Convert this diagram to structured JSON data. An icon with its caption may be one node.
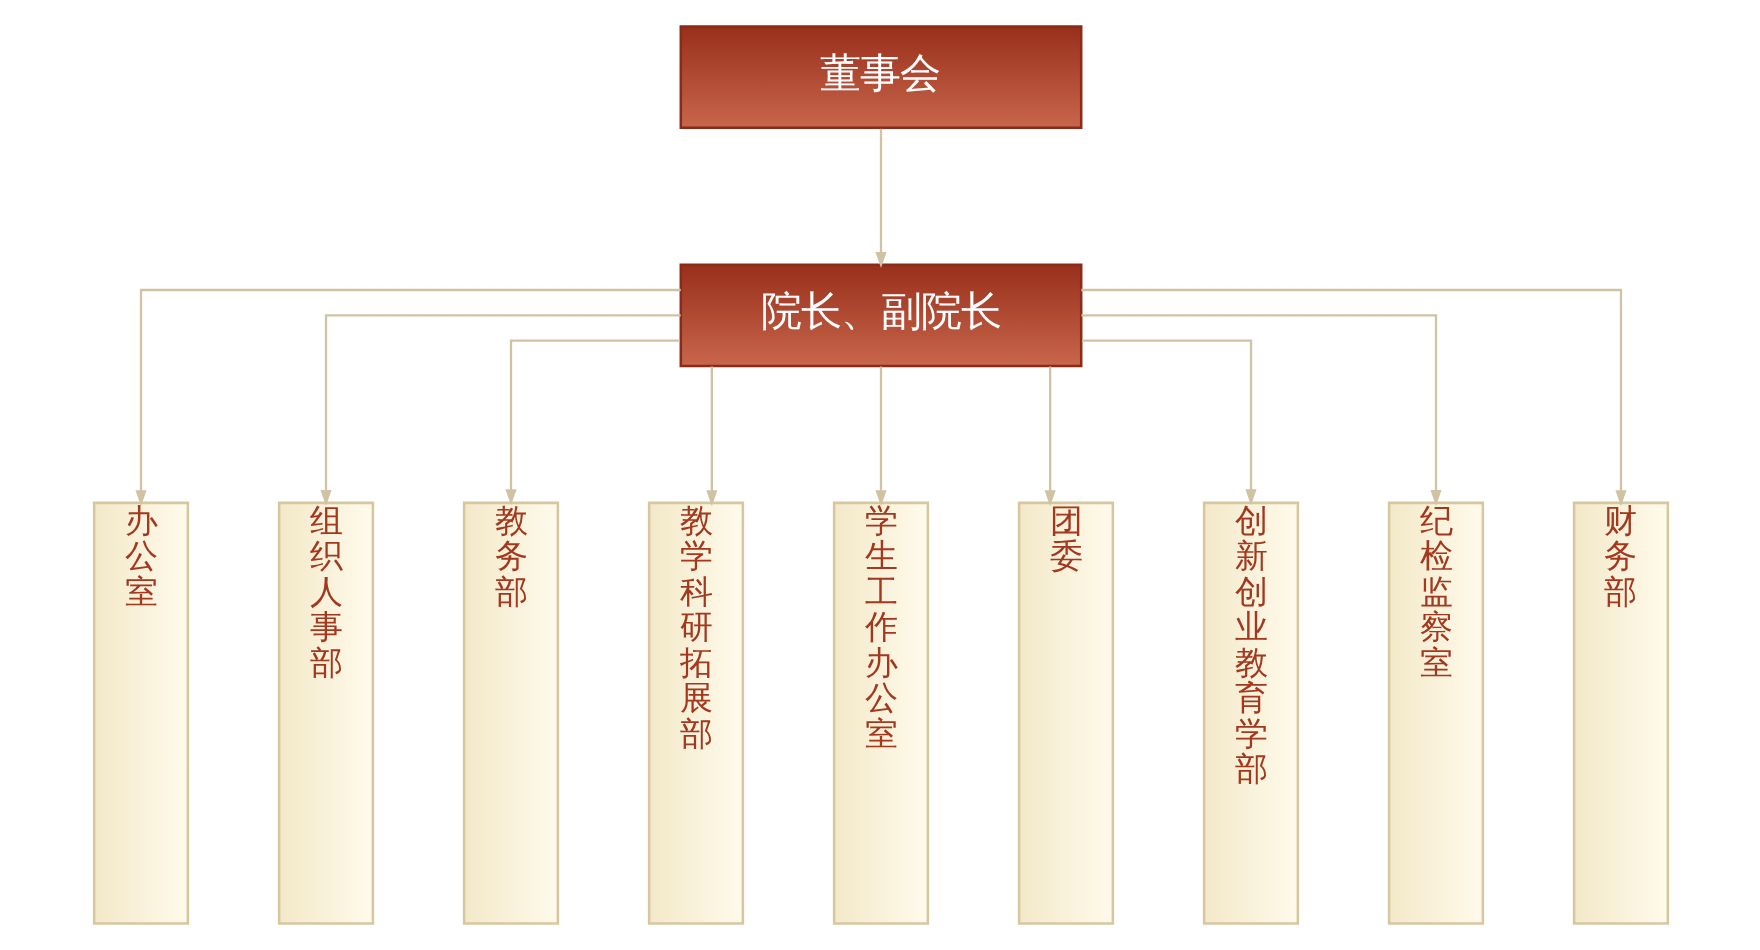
{
  "diagram": {
    "nodes": [
      {
        "text": [
          "董事会"
        ]
      },
      {
        "text": [
          "院长、副院长"
        ]
      },
      {
        "text": [
          "办公室"
        ]
      },
      {
        "text": [
          "组织人事部"
        ]
      },
      {
        "text": [
          "教务部"
        ]
      },
      {
        "text": [
          "教学科研拓展部"
        ]
      },
      {
        "text": [
          "学生工作办公室"
        ]
      },
      {
        "text": [
          "团委"
        ]
      },
      {
        "text": [
          "创新创业教育学部"
        ]
      },
      {
        "text": [
          "纪检监察室"
        ]
      },
      {
        "text": [
          "财务部"
        ]
      }
    ],
    "edges": [
      {
        "from": 0,
        "to": 1,
        "arrow": "to"
      },
      {
        "from": 1,
        "to": 2,
        "arrow": "to"
      },
      {
        "from": 1,
        "to": 3,
        "arrow": "to"
      },
      {
        "from": 1,
        "to": 4,
        "arrow": "to"
      },
      {
        "from": 1,
        "to": 5,
        "arrow": "to"
      },
      {
        "from": 1,
        "to": 6,
        "arrow": "to"
      },
      {
        "from": 1,
        "to": 7,
        "arrow": "to"
      },
      {
        "from": 1,
        "to": 8,
        "arrow": "to"
      },
      {
        "from": 1,
        "to": 9,
        "arrow": "to"
      },
      {
        "from": 1,
        "to": 10,
        "arrow": "to"
      }
    ]
  }
}
